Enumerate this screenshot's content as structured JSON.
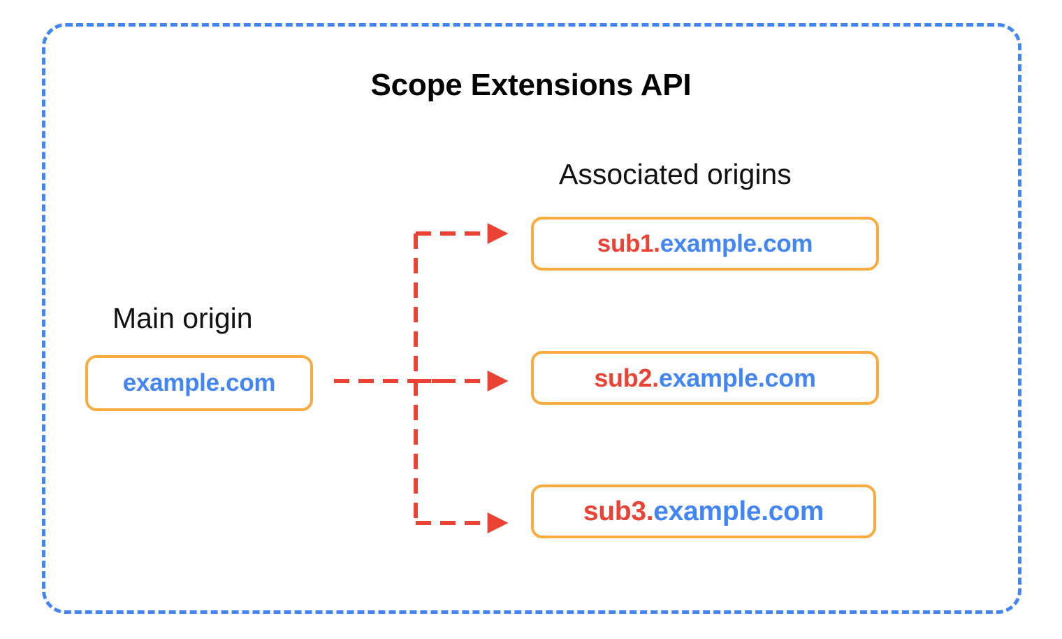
{
  "diagram": {
    "title": "Scope Extensions API",
    "frame": {
      "style": "dashed-rounded-rectangle",
      "color": "#4285F4"
    },
    "captions": {
      "main_origin": "Main origin",
      "associated_origins": "Associated origins"
    },
    "main_origin": {
      "sub_label": "",
      "domain_label": "example.com",
      "full": "example.com"
    },
    "associated_origins": [
      {
        "sub_label": "sub1.",
        "domain_label": "example.com",
        "full": "sub1.example.com"
      },
      {
        "sub_label": "sub2.",
        "domain_label": "example.com",
        "full": "sub2.example.com"
      },
      {
        "sub_label": "sub3.",
        "domain_label": "example.com",
        "full": "sub3.example.com"
      }
    ],
    "connectors": {
      "style": "dashed-arrow",
      "color": "#EA4335",
      "count": 3,
      "description": "Dashed red arrows from main origin fan out to each associated origin"
    },
    "colors": {
      "frame_blue": "#4285F4",
      "domain_blue": "#4285F4",
      "subdomain_red": "#EA4335",
      "arrow_red": "#EA4335",
      "box_border_orange": "#F9AB40",
      "title_black": "#000000",
      "background": "#FFFFFF"
    }
  }
}
